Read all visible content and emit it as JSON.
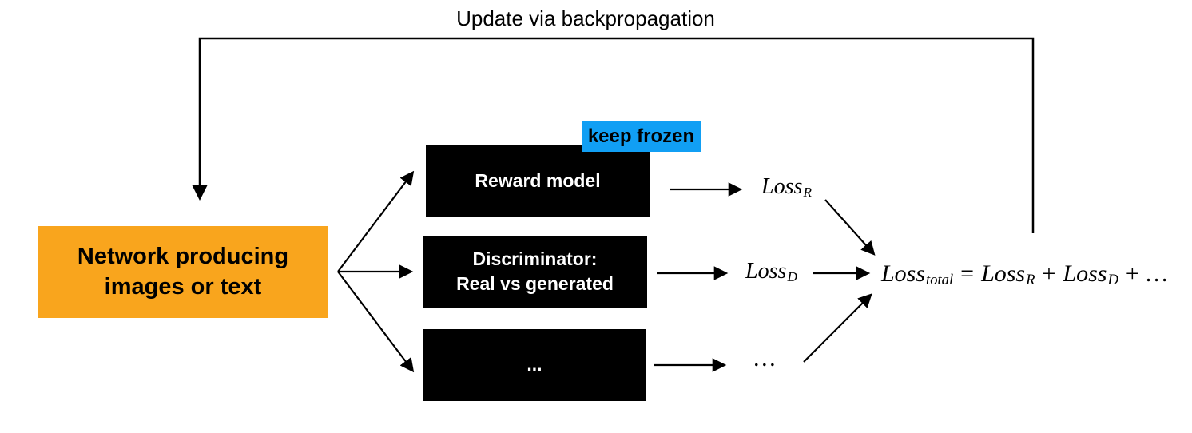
{
  "title": "Update via backpropagation",
  "generator": {
    "label": "Network producing\nimages or text",
    "bg_color": "#F9A51D"
  },
  "frozen_badge": {
    "label": "keep frozen",
    "bg_color": "#119FF4"
  },
  "models": [
    {
      "label": "Reward model"
    },
    {
      "label": "Discriminator:\nReal vs generated"
    },
    {
      "label": "..."
    }
  ],
  "loss_labels": {
    "r_base": "Loss",
    "r_sub": "R",
    "d_base": "Loss",
    "d_sub": "D",
    "dots": "…"
  },
  "formula": {
    "total_base": "Loss",
    "total_sub": "total",
    "equals": "=",
    "r_base": "Loss",
    "r_sub": "R",
    "plus1": "+",
    "d_base": "Loss",
    "d_sub": "D",
    "plus2": "+",
    "dots": "…"
  },
  "colors": {
    "background": "#ffffff",
    "model_box_bg": "#000000",
    "model_box_text": "#ffffff",
    "line": "#000000"
  }
}
